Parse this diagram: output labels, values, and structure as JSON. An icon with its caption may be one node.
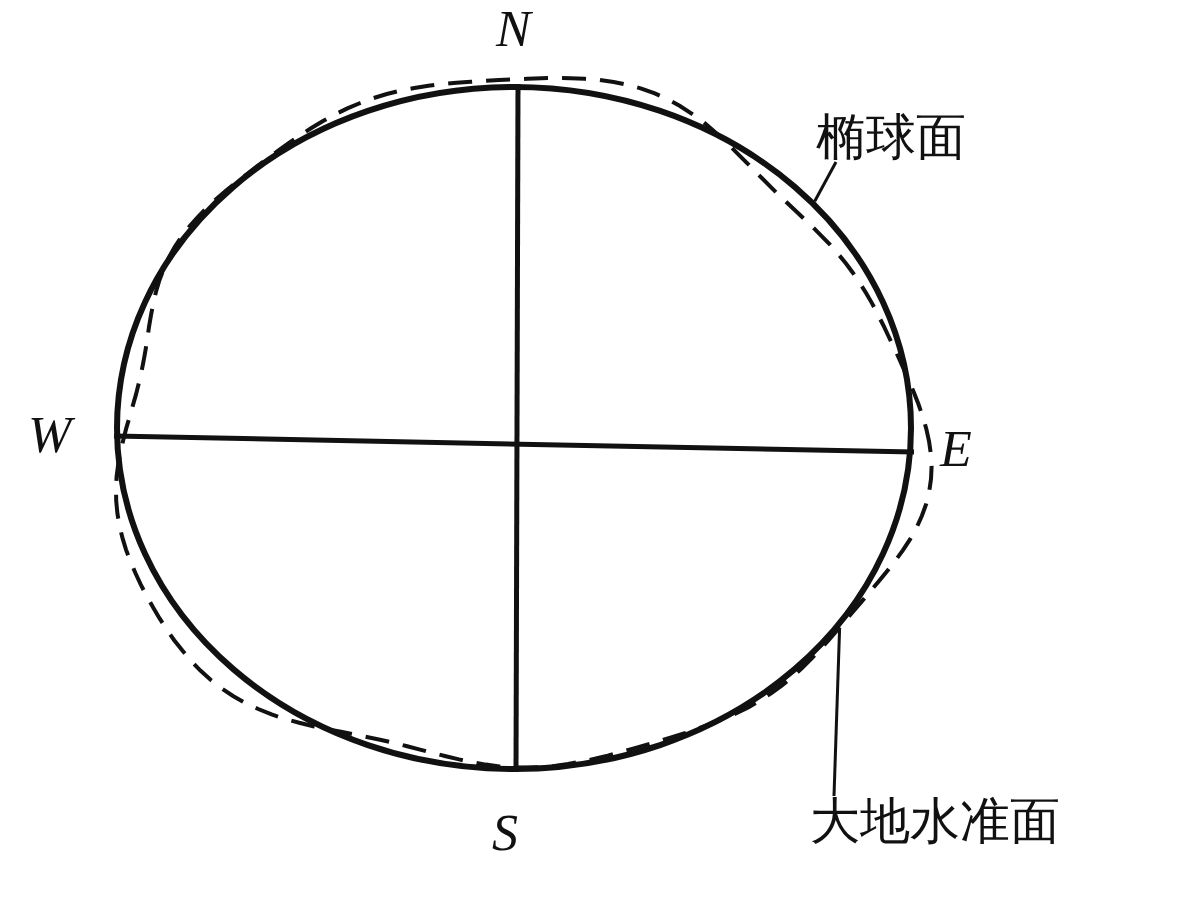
{
  "diagram": {
    "nodes": [
      {
        "text": [
          "椭球面"
        ]
      },
      {
        "text": [],
        "shape": "ellipse"
      },
      {
        "text": [
          "大地水准面"
        ]
      },
      {
        "text": [],
        "shape": "curve"
      }
    ],
    "edges": [
      {
        "from": 0,
        "to": 1,
        "arrow": "none"
      },
      {
        "from": 2,
        "to": 3,
        "arrow": "none"
      }
    ],
    "labels": [
      "N",
      "W",
      "E",
      "S"
    ]
  }
}
